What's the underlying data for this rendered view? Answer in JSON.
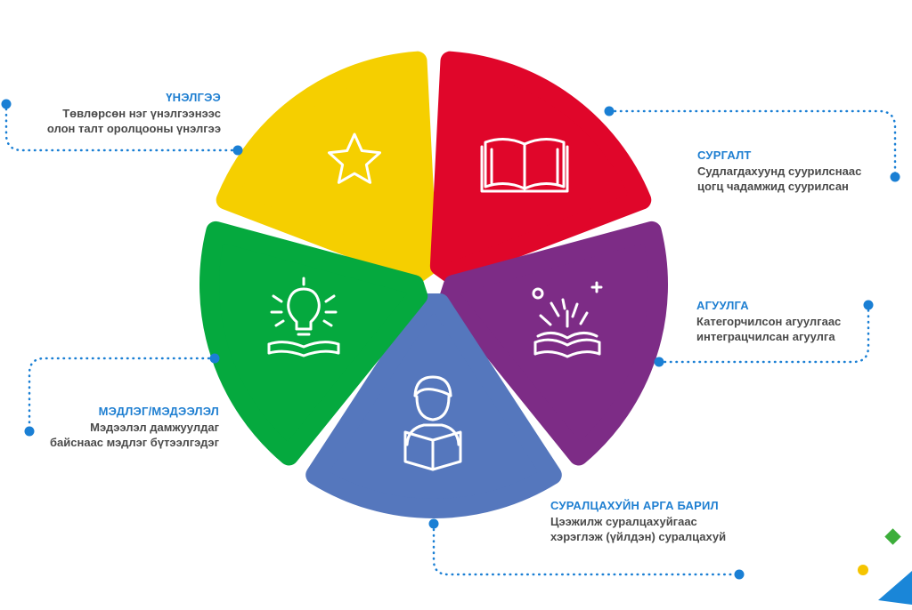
{
  "segments": [
    {
      "id": "evaluation",
      "title": "ҮНЭЛГЭЭ",
      "lines": [
        "Төвлөрсөн нэг үнэлгээнээс",
        "олон талт оролцооны үнэлгээ"
      ],
      "color": "#f5cf00",
      "icon": "star-icon"
    },
    {
      "id": "training",
      "title": "СУРГАЛТ",
      "lines": [
        "Судлагдахуунд суурилснаас",
        "цогц чадамжид суурилсан"
      ],
      "color": "#e0062a",
      "icon": "open-book-icon"
    },
    {
      "id": "content",
      "title": "АГУУЛГА",
      "lines": [
        "Категорчилсон агуулгаас",
        "интеграцчилсан агуулга"
      ],
      "color": "#7d2c86",
      "icon": "sparkling-book-icon"
    },
    {
      "id": "learning-method",
      "title": "СУРАЛЦАХУЙН АРГА БАРИЛ",
      "lines": [
        "Цээжилж суралцахуйгаас",
        "хэрэглэж (үйлдэн) суралцахуй"
      ],
      "color": "#5577bd",
      "icon": "student-reading-icon"
    },
    {
      "id": "knowledge",
      "title": "МЭДЛЭГ/МЭДЭЭЛЭЛ",
      "lines": [
        "Мэдээлэл дамжуулдаг",
        "байснаас мэдлэг бүтээлгэдэг"
      ],
      "color": "#05a93e",
      "icon": "lightbulb-book-icon"
    }
  ],
  "connector_color": "#1a7fd4",
  "decorations": {
    "diamond_color": "#3cae3a",
    "dot_color": "#f5c400",
    "triangle_color": "#1a86d8"
  }
}
